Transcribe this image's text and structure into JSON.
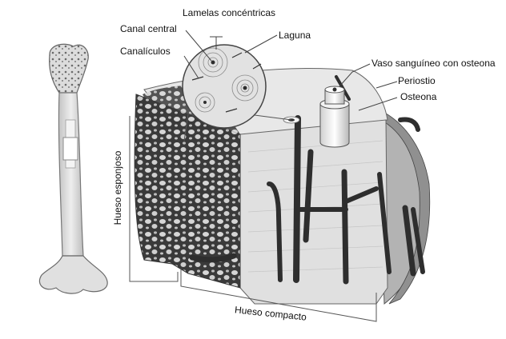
{
  "labels": {
    "lamelas": "Lamelas concéntricas",
    "canal_central": "Canal central",
    "laguna": "Laguna",
    "canaliculos": "Canalículos",
    "vaso": "Vaso sanguíneo con osteona",
    "periostio": "Periostio",
    "osteona": "Osteona",
    "hueso_esponjoso": "Hueso esponjoso",
    "hueso_compacto": "Hueso compacto"
  },
  "colors": {
    "bone_light": "#e4e4e4",
    "bone_mid": "#c9c9c9",
    "bone_dark": "#8e8e8e",
    "spongy": "#3a3a3a",
    "vessel": "#2e2e2e",
    "outline": "#555555"
  }
}
